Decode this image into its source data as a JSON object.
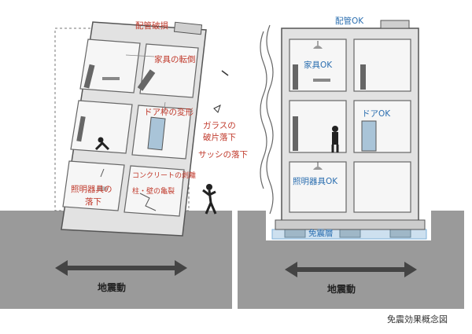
{
  "left_building": {
    "labels": {
      "pipe_damage": "配管破損",
      "furniture_fall": "家具の転倒",
      "door_frame_deform": "ドア枠の変形",
      "glass_line1": "ガラスの",
      "glass_line2": "破片落下",
      "sash_fall": "サッシの落下",
      "concrete_peel": "コンクリートの剥離",
      "pillar_crack": "柱・壁の亀裂",
      "lighting_line1": "照明器具の",
      "lighting_line2": "落下"
    },
    "ground_label": "地震動"
  },
  "right_building": {
    "labels": {
      "pipe_ok": "配管OK",
      "furniture_ok": "家具OK",
      "door_ok": "ドアOK",
      "lighting_ok": "照明器具OK",
      "isolation_layer": "免震層"
    },
    "ground_label": "地震動"
  },
  "caption": "免震効果概念図",
  "colors": {
    "ground": "#9a9a9a",
    "wall": "#dcdcdc",
    "outline": "#555555",
    "damage_text": "#c0392b",
    "ok_text": "#2c6fb0",
    "isolator": "#7fb1d8",
    "arrow": "#444444"
  }
}
